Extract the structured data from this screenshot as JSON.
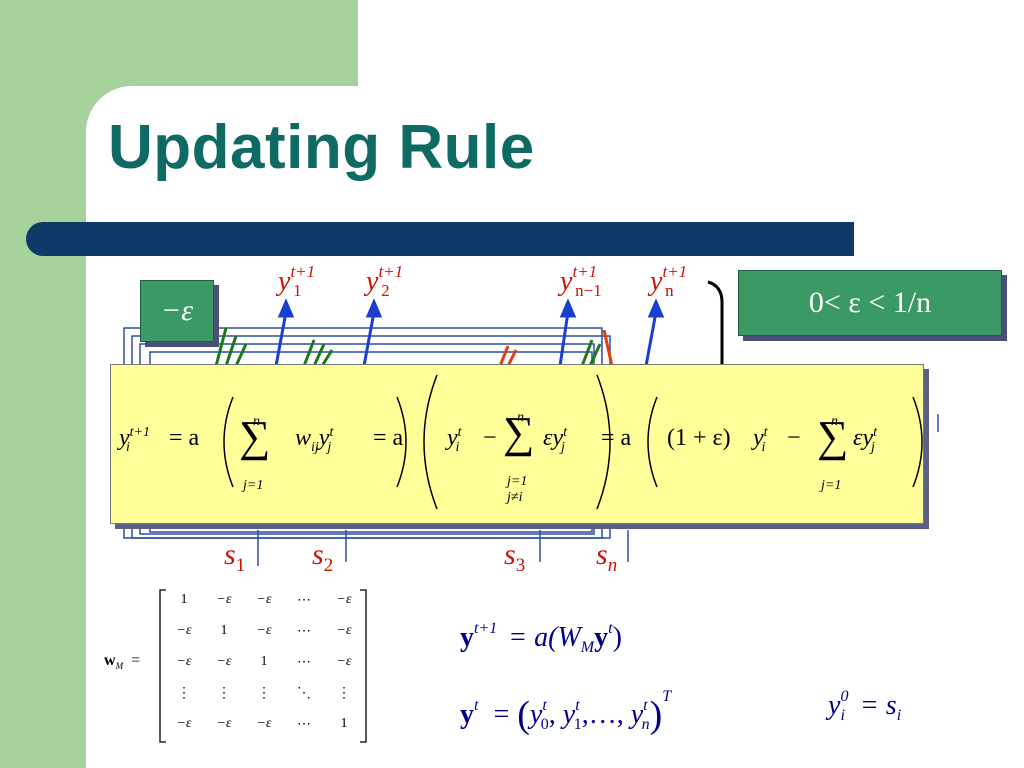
{
  "slide": {
    "title": "Updating Rule"
  },
  "outputs": {
    "y1": {
      "base": "y",
      "sup": "t+1",
      "sub": "1"
    },
    "y2": {
      "base": "y",
      "sup": "t+1",
      "sub": "2"
    },
    "yn1": {
      "base": "y",
      "sup": "t+1",
      "sub": "n−1"
    },
    "yn": {
      "base": "y",
      "sup": "t+1",
      "sub": "n"
    }
  },
  "weight_box": {
    "text": "−ε"
  },
  "condition_box": {
    "text": "0< ε < 1/n"
  },
  "inputs": {
    "s1": {
      "base": "s",
      "sub": "1"
    },
    "s2": {
      "base": "s",
      "sub": "2"
    },
    "s3": {
      "base": "s",
      "sub": "3"
    },
    "sn": {
      "base": "s",
      "sub": "n"
    }
  },
  "formula": {
    "lhs": "y",
    "lhs_sup": "t+1",
    "lhs_sub": "i",
    "eq1": "= a",
    "w": "w",
    "w_sub": "ij",
    "y": "y",
    "sum_top": "n",
    "sum_bottom": "j=1",
    "sum_bottom2": "j≠i",
    "sup_t": "t",
    "sub_j": "j",
    "sub_i": "i",
    "eq2": "= a",
    "minus": "−",
    "eps": "ε",
    "eq3": "= a",
    "one_plus_eps": "(1 + ε)",
    "sigma": "∑"
  },
  "matrix": {
    "label": "w",
    "label_sub": "M",
    "equals": "=",
    "rows": [
      [
        "1",
        "−ε",
        "−ε",
        "⋯",
        "−ε"
      ],
      [
        "−ε",
        "1",
        "−ε",
        "⋯",
        "−ε"
      ],
      [
        "−ε",
        "−ε",
        "1",
        "⋯",
        "−ε"
      ],
      [
        "⋮",
        "⋮",
        "⋮",
        "⋱",
        "⋮"
      ],
      [
        "−ε",
        "−ε",
        "−ε",
        "⋯",
        "1"
      ]
    ]
  },
  "equations": {
    "update": {
      "lhs": "y",
      "lhs_sup": "t+1",
      "rhs": "= a(W",
      "rhs_sub": "M",
      "rhs_tail": "y",
      "rhs_sup": "t",
      "close": ")"
    },
    "state": {
      "lhs": "y",
      "lhs_sup": "t",
      "eq": "=",
      "body": "y",
      "terms": [
        "0",
        "1",
        "n"
      ],
      "sup_t": "t",
      "sup_T": "T",
      "dots": "…,"
    },
    "init": {
      "lhs": "y",
      "lhs_sup": "0",
      "lhs_sub": "i",
      "rhs": "= s",
      "rhs_sub": "i"
    }
  },
  "colors": {
    "accent_green": "#a6d19b",
    "title_teal": "#0f6a64",
    "bar_navy": "#0d3a66",
    "box_green": "#3a9964",
    "yellow": "#ffff99",
    "red": "#cc1100",
    "blue": "#00008b"
  }
}
